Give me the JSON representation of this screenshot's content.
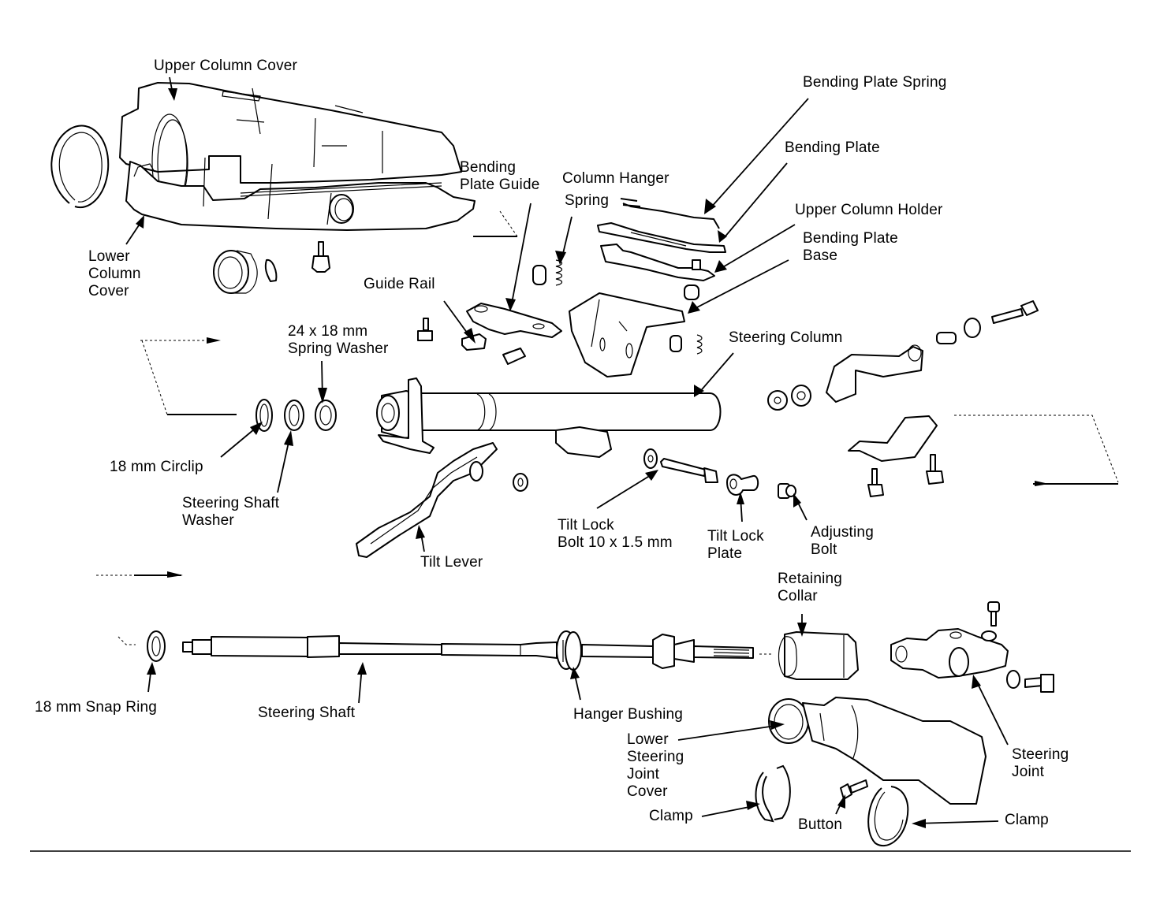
{
  "diagram": {
    "title": "Steering Column Exploded View",
    "labels": {
      "upper_column_cover": "Upper Column Cover",
      "lower_column_cover": "Lower\nColumn\nCover",
      "bending_plate_guide": "Bending\nPlate Guide",
      "column_hanger_spring_1": "Column Hanger",
      "column_hanger_spring_2": "Spring",
      "bending_plate_spring": "Bending Plate Spring",
      "bending_plate": "Bending Plate",
      "upper_column_holder": "Upper Column Holder",
      "bending_plate_base": "Bending Plate\nBase",
      "guide_rail": "Guide Rail",
      "spring_washer": "24 x 18 mm\nSpring Washer",
      "steering_column": "Steering Column",
      "circlip": "18 mm Circlip",
      "steering_shaft_washer": "Steering Shaft\nWasher",
      "tilt_lever": "Tilt Lever",
      "tilt_lock_bolt": "Tilt Lock\nBolt 10 x 1.5 mm",
      "tilt_lock_plate": "Tilt Lock\nPlate",
      "adjusting_bolt": "Adjusting\nBolt",
      "retaining_collar": "Retaining\nCollar",
      "snap_ring": "18 mm Snap Ring",
      "steering_shaft": "Steering Shaft",
      "hanger_bushing": "Hanger Bushing",
      "lower_steering_joint_cover": "Lower\nSteering\nJoint\nCover",
      "steering_joint": "Steering\nJoint",
      "clamp_left": "Clamp",
      "button": "Button",
      "clamp_right": "Clamp"
    }
  }
}
